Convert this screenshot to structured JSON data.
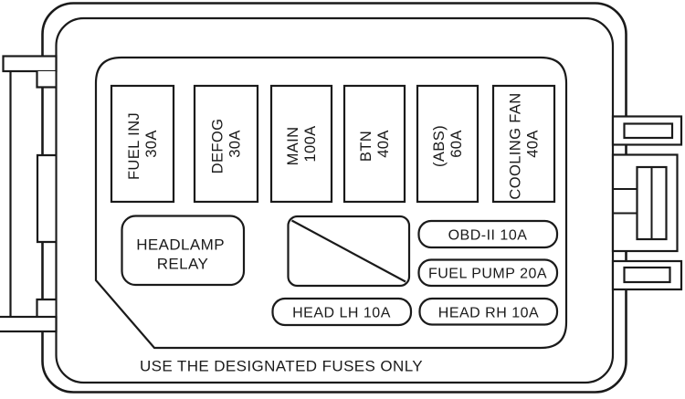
{
  "diagram": {
    "footer_note": "USE THE DESIGNATED FUSES ONLY",
    "colors": {
      "line": "#1a1a1a",
      "background": "#ffffff"
    },
    "fuses": [
      {
        "name": "FUEL INJ",
        "rating": "30A"
      },
      {
        "name": "DEFOG",
        "rating": "30A"
      },
      {
        "name": "MAIN",
        "rating": "100A"
      },
      {
        "name": "BTN",
        "rating": "40A"
      },
      {
        "name": "(ABS)",
        "rating": "60A"
      },
      {
        "name": "COOLING FAN",
        "rating": "40A"
      }
    ],
    "relay": {
      "line1": "HEADLAMP",
      "line2": "RELAY"
    },
    "mini_fuses": [
      {
        "label": "OBD-II 10A"
      },
      {
        "label": "FUEL PUMP 20A"
      },
      {
        "label": "HEAD LH 10A"
      },
      {
        "label": "HEAD RH 10A"
      }
    ]
  }
}
